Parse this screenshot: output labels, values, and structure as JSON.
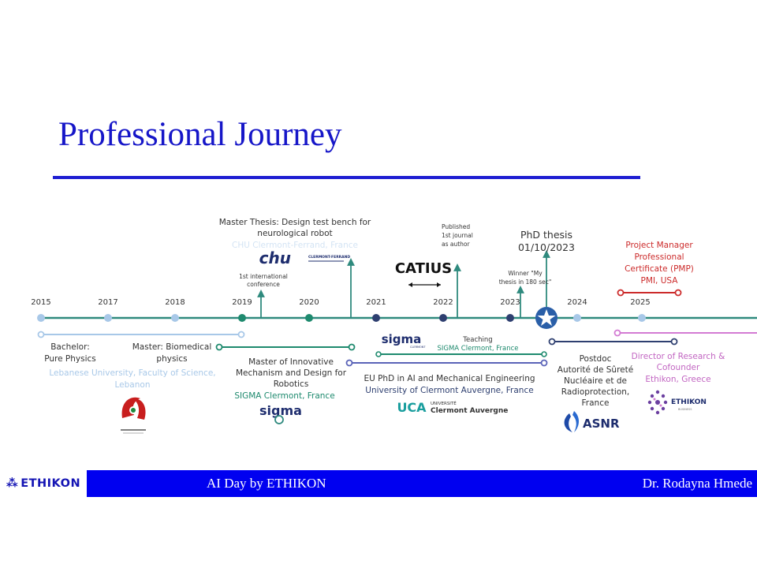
{
  "slide": {
    "title": "Professional Journey"
  },
  "timeline": {
    "years": [
      "2015",
      "2017",
      "2018",
      "2019",
      "2020",
      "2021",
      "2022",
      "2023",
      "2024",
      "2025"
    ],
    "above": {
      "master_thesis": [
        "Master Thesis: Design test bench for",
        "neurological robot"
      ],
      "master_thesis_place": "CHU Clermont-Ferrand, France",
      "conference": [
        "1st international",
        "conference"
      ],
      "journal": [
        "Published",
        "1st journal",
        "as author"
      ],
      "winner": [
        "Winner \"My",
        "thesis in 180 sec\""
      ],
      "phd_thesis": [
        "PhD thesis",
        "01/10/2023"
      ],
      "pmp": [
        "Project Manager",
        "Professional",
        "Certificate (PMP)",
        "PMI, USA"
      ]
    },
    "below": {
      "bachelor": [
        "Bachelor:",
        "Pure Physics"
      ],
      "bachelor_place": [
        "Lebanese University, Faculty of Science,",
        "Lebanon"
      ],
      "master_bio": [
        "Master: Biomedical",
        "physics"
      ],
      "master_innov": [
        "Master of Innovative",
        "Mechanism and Design for",
        "Robotics"
      ],
      "master_innov_place": "SIGMA Clermont, France",
      "teaching": [
        "Teaching",
        "SIGMA Clermont, France"
      ],
      "phd": [
        "EU PhD in AI and Mechanical Engineering",
        "University of Clermont Auvergne, France"
      ],
      "postdoc": [
        "Postdoc",
        "Autorité de Sûreté",
        "Nucléaire et de",
        "Radioprotection,",
        "France"
      ],
      "director": [
        "Director of Research &",
        "Cofounder",
        "Ethikon, Greece"
      ]
    },
    "logos": {
      "chu": "CLERMONT-FERRAND",
      "catius": "CATIUS",
      "sigma": "sigma",
      "sigma_sub": "CLERMONT",
      "uca_top": "UNIVERSITÉ",
      "uca_bottom": "Clermont Auvergne",
      "uca_mark": "UCA",
      "asnr": "ASNR",
      "ethikon": "ETHIKON",
      "ethikon_sub": "BUSINESS"
    },
    "colors": {
      "line": "#2f8a7e",
      "light": "#a8c8e8",
      "teal": "#1e8a6e",
      "navy": "#2e3f70",
      "violet": "#5a63b8",
      "red": "#cc2b2b",
      "pink": "#d37bd3",
      "star": "#2a5fa8"
    }
  },
  "footer": {
    "logo": "ETHIKON",
    "center": "AI Day by ETHIKON",
    "right": "Dr. Rodayna Hmede"
  }
}
